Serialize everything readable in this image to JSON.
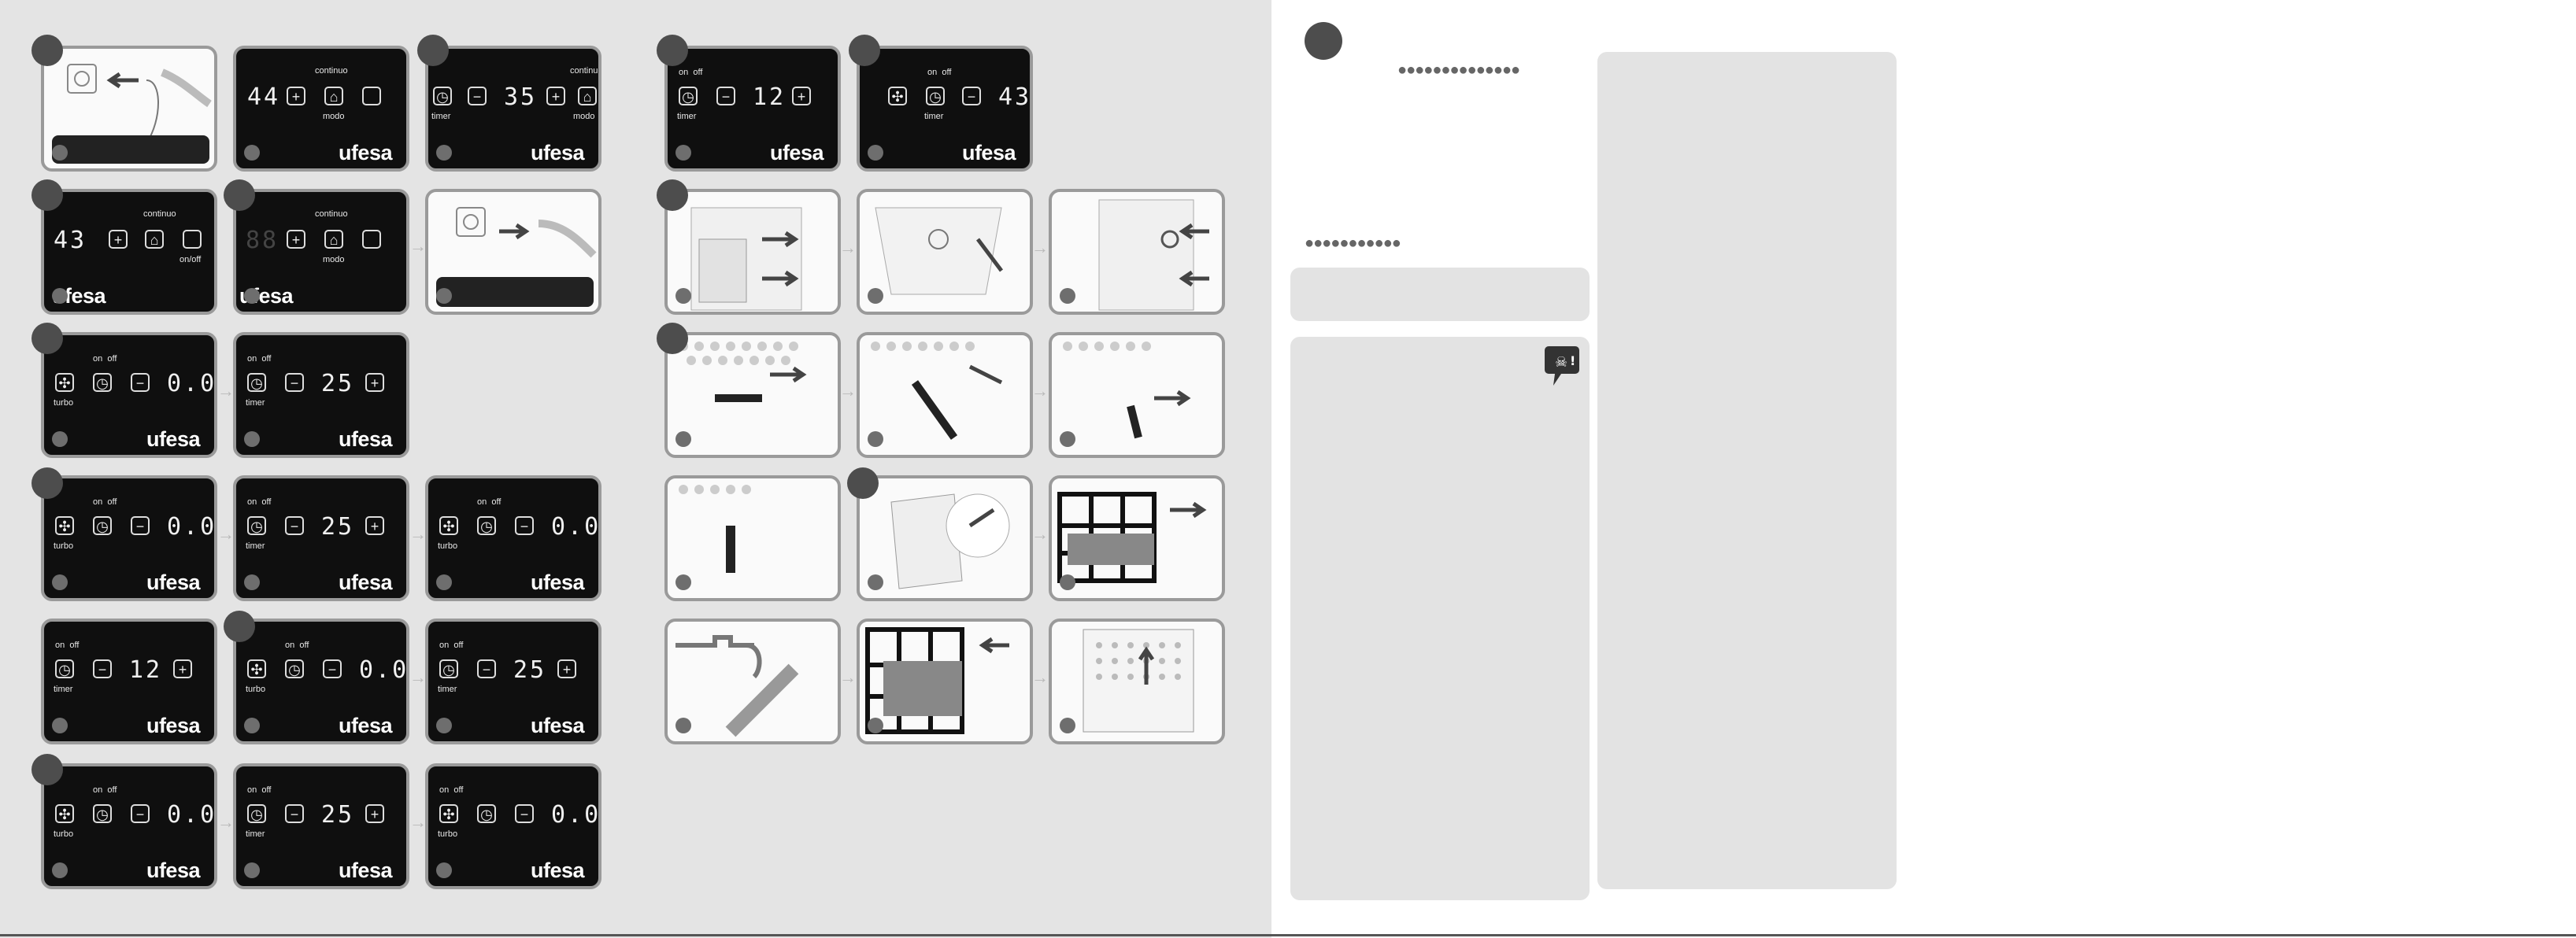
{
  "brand": "ufesa",
  "panel_labels": {
    "continuo": "continuo",
    "modo": "modo",
    "timer": "timer",
    "turbo": "turbo",
    "on": "on",
    "off": "off",
    "onoff": "on/off",
    "plus": "+",
    "minus": "−"
  },
  "displays": {
    "r1a": "44",
    "r1b": "35",
    "r2a": "43",
    "r2b": "88",
    "r3a": "0.0",
    "r3b": "25",
    "r4a": "0.0",
    "r4b": "25",
    "r4c": "0.0",
    "r5a": "12",
    "r5b": "0.0",
    "r5c": "25",
    "r6a": "0.0",
    "r6b": "25",
    "r6c": "0.0",
    "m1a": "12",
    "m1b": "43"
  },
  "colors": {
    "panel_dark": "#0f0f0f",
    "step_marker": "#4d4d4d",
    "arrow": "#b9b9b9"
  },
  "icons": {
    "warning": "warning-speech-bubble-icon",
    "home": "home-icon",
    "tank": "water-tank-icon"
  }
}
